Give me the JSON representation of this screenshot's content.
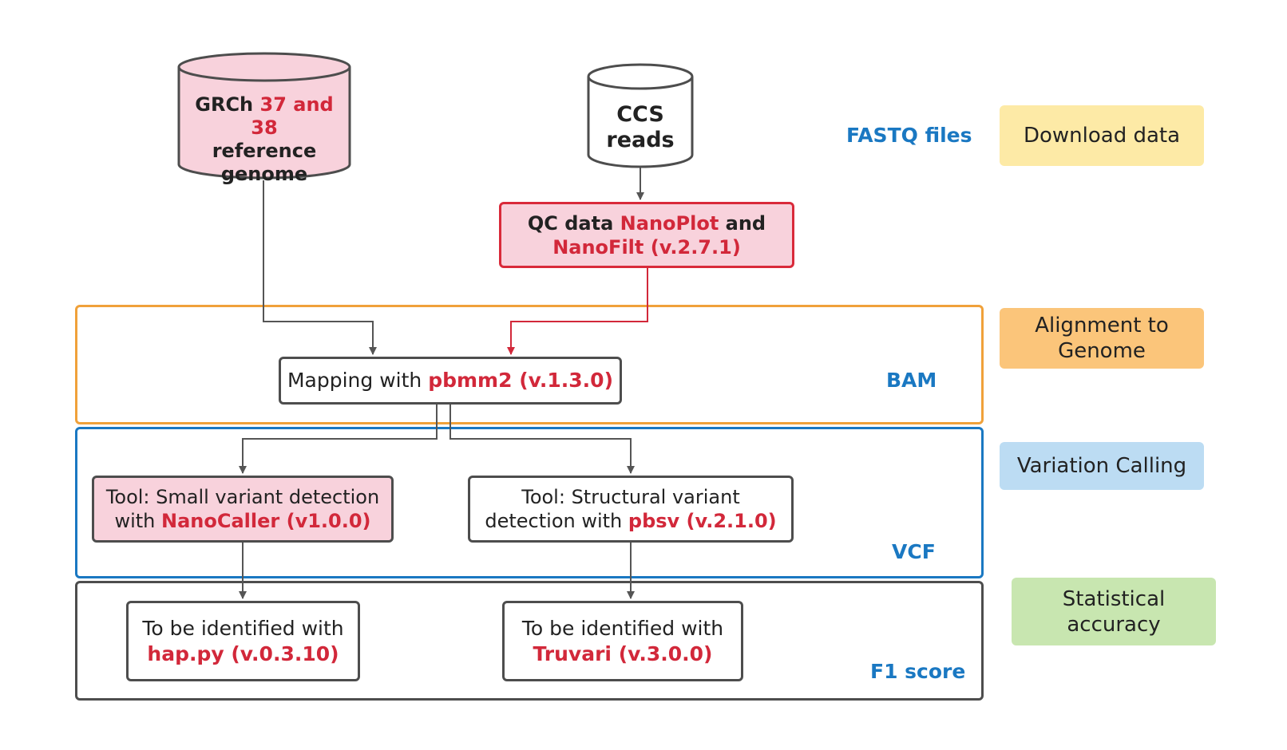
{
  "colors": {
    "accent_red": "#d2283a",
    "label_blue": "#1a78c2",
    "pink_fill": "#f8d2dc",
    "orange_border": "#f0a13a",
    "blue_border": "#1a78c2",
    "gray_border": "#4d4d4d",
    "stage_download": "#fdeaa6",
    "stage_alignment": "#fbc57a",
    "stage_variation": "#bcdcf3",
    "stage_accuracy": "#c8e6b0"
  },
  "reference": {
    "line1_plain": "GRCh ",
    "line1_red": "37 and 38",
    "line2": "reference",
    "line3": "genome"
  },
  "reads": {
    "line1": "CCS",
    "line2": "reads"
  },
  "qc": {
    "plain1": "QC data ",
    "red1": "NanoPlot",
    "plain2": " and",
    "red2": "NanoFilt (v.2.7.1)"
  },
  "mapping": {
    "plain": "Mapping with ",
    "red": "pbmm2 (v.1.3.0)"
  },
  "small_variant": {
    "line1": "Tool: Small variant detection",
    "line2_plain": "with ",
    "line2_red": "NanoCaller (v1.0.0)"
  },
  "structural_variant": {
    "line1": "Tool: Structural variant",
    "line2_plain": "detection with ",
    "line2_red": "pbsv (v.2.1.0)"
  },
  "happy": {
    "line1": "To be identified with",
    "line2_red": "hap.py (v.0.3.10)"
  },
  "truvari": {
    "line1": "To be identified with",
    "line2_red": "Truvari (v.3.0.0)"
  },
  "format_labels": {
    "fastq": "FASTQ files",
    "bam": "BAM",
    "vcf": "VCF",
    "f1": "F1 score"
  },
  "stages": {
    "download": "Download data",
    "alignment": "Alignment to Genome",
    "variation": "Variation Calling",
    "accuracy": "Statistical accuracy"
  }
}
